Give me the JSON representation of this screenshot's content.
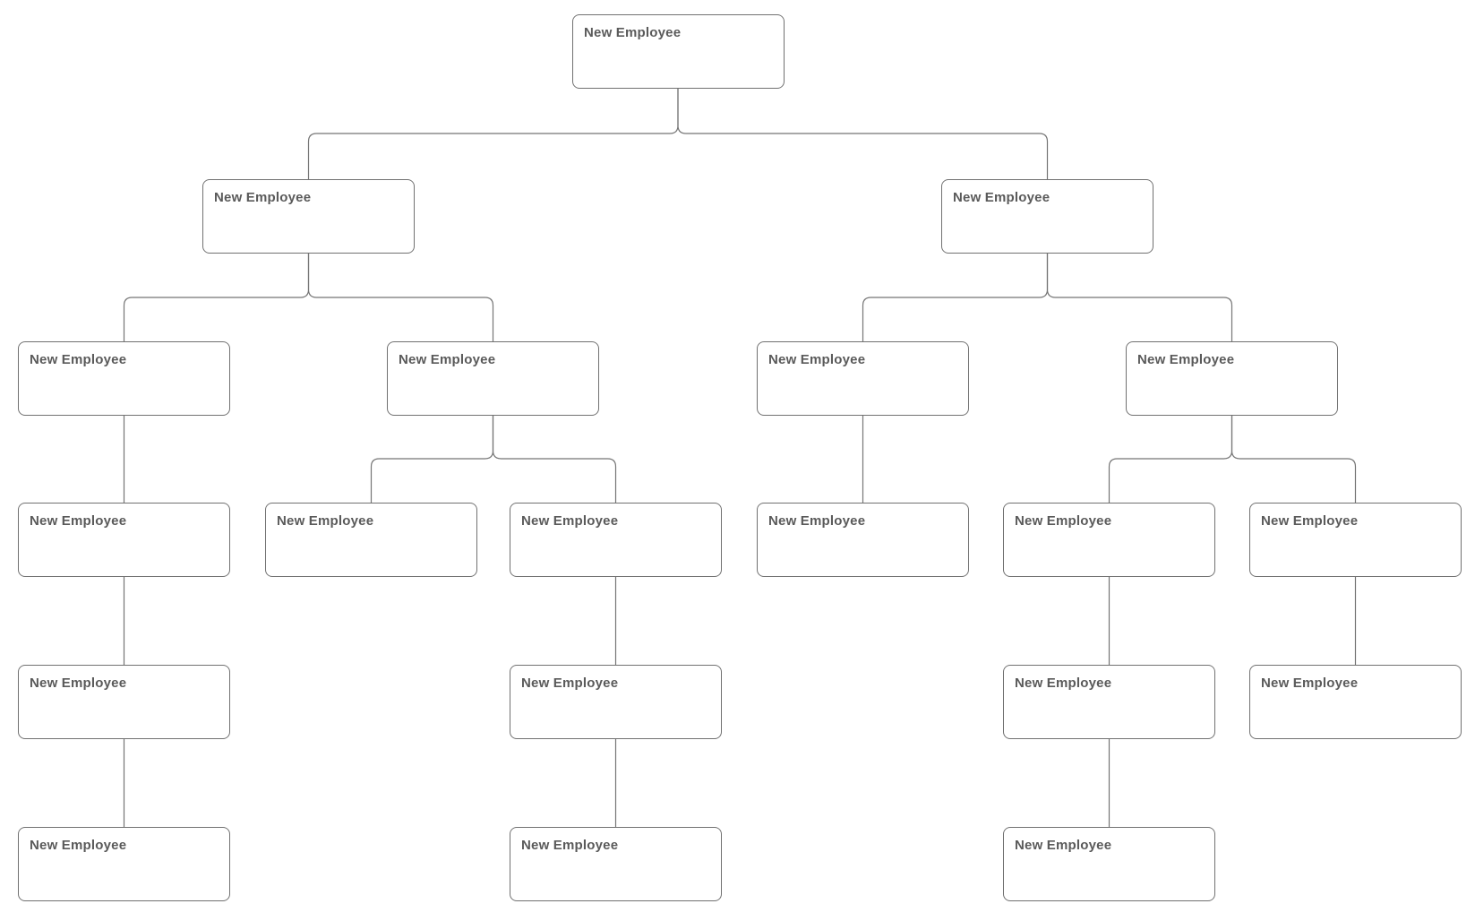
{
  "diagram": {
    "type": "org-chart-tree",
    "default_label": "New Employee",
    "colors": {
      "background": "#ffffff",
      "node_fill": "#ffffff",
      "node_border": "#717171",
      "connector": "#757575",
      "label_text": "#5a5a5a"
    },
    "nodes": [
      {
        "id": 0,
        "label": "New Employee",
        "parent": null
      },
      {
        "id": 1,
        "label": "New Employee",
        "parent": 0
      },
      {
        "id": 2,
        "label": "New Employee",
        "parent": 0
      },
      {
        "id": 3,
        "label": "New Employee",
        "parent": 1
      },
      {
        "id": 4,
        "label": "New Employee",
        "parent": 1
      },
      {
        "id": 5,
        "label": "New Employee",
        "parent": 2
      },
      {
        "id": 6,
        "label": "New Employee",
        "parent": 2
      },
      {
        "id": 7,
        "label": "New Employee",
        "parent": 3
      },
      {
        "id": 8,
        "label": "New Employee",
        "parent": 4
      },
      {
        "id": 9,
        "label": "New Employee",
        "parent": 4
      },
      {
        "id": 10,
        "label": "New Employee",
        "parent": 5
      },
      {
        "id": 11,
        "label": "New Employee",
        "parent": 6
      },
      {
        "id": 12,
        "label": "New Employee",
        "parent": 6
      },
      {
        "id": 13,
        "label": "New Employee",
        "parent": 7
      },
      {
        "id": 14,
        "label": "New Employee",
        "parent": 9
      },
      {
        "id": 15,
        "label": "New Employee",
        "parent": 11
      },
      {
        "id": 16,
        "label": "New Employee",
        "parent": 12
      },
      {
        "id": 17,
        "label": "New Employee",
        "parent": 13
      },
      {
        "id": 18,
        "label": "New Employee",
        "parent": 14
      },
      {
        "id": 19,
        "label": "New Employee",
        "parent": 15
      }
    ]
  }
}
